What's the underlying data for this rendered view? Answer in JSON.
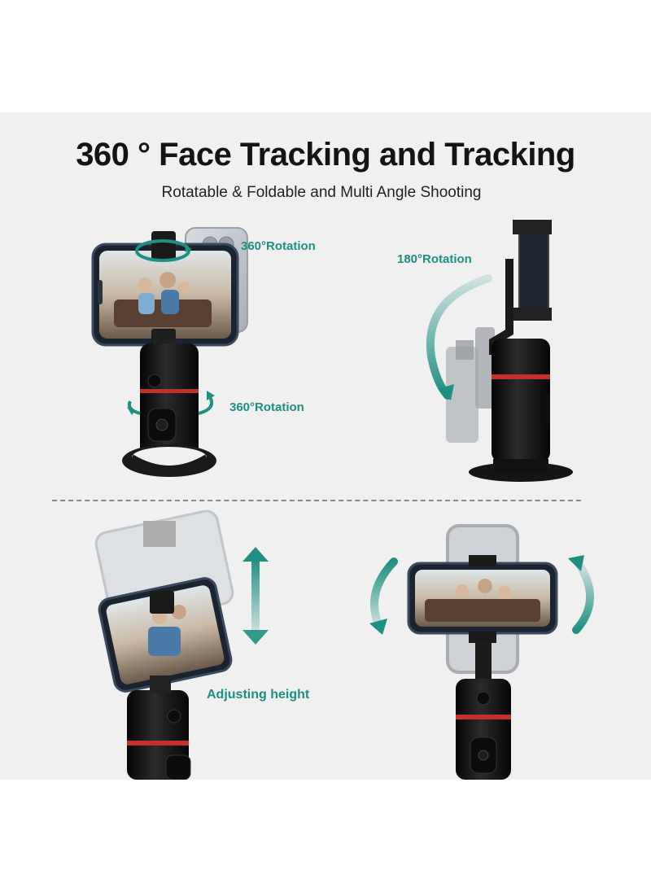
{
  "page": {
    "title": "360 ° Face Tracking and Tracking",
    "subtitle": "Rotatable & Foldable and Multi Angle Shooting"
  },
  "labels": {
    "top_left_upper": "360°Rotation",
    "top_left_lower": "360°Rotation",
    "top_right": "180°Rotation",
    "bottom_left": "Adjusting height"
  },
  "colors": {
    "background": "#f0f0f0",
    "accent_teal": "#1e8f82",
    "device_body": "#141414",
    "red_ring": "#c0322b"
  },
  "icons": [
    "rotation-arc-arrow-icon",
    "height-double-arrow-icon",
    "tilt-arc-arrow-icon"
  ]
}
